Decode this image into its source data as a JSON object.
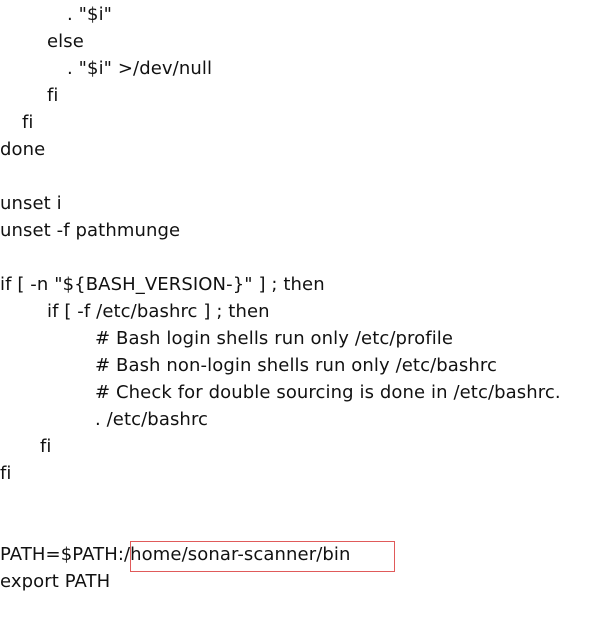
{
  "code_lines": [
    ". \"$i\"",
    "else",
    ". \"$i\" >/dev/null",
    "fi",
    "fi",
    "done",
    "unset i",
    "unset -f pathmunge",
    "if [ -n \"${BASH_VERSION-}\" ] ; then",
    "if [ -f /etc/bashrc ] ; then",
    "# Bash login shells run only /etc/profile",
    "# Bash non-login shells run only /etc/bashrc",
    "# Check for double sourcing is done in /etc/bashrc.",
    ". /etc/bashrc",
    "fi",
    "fi",
    "PATH=$PATH:/home/sonar-scanner/bin",
    "export PATH"
  ],
  "highlight_color": "#e05a5a"
}
